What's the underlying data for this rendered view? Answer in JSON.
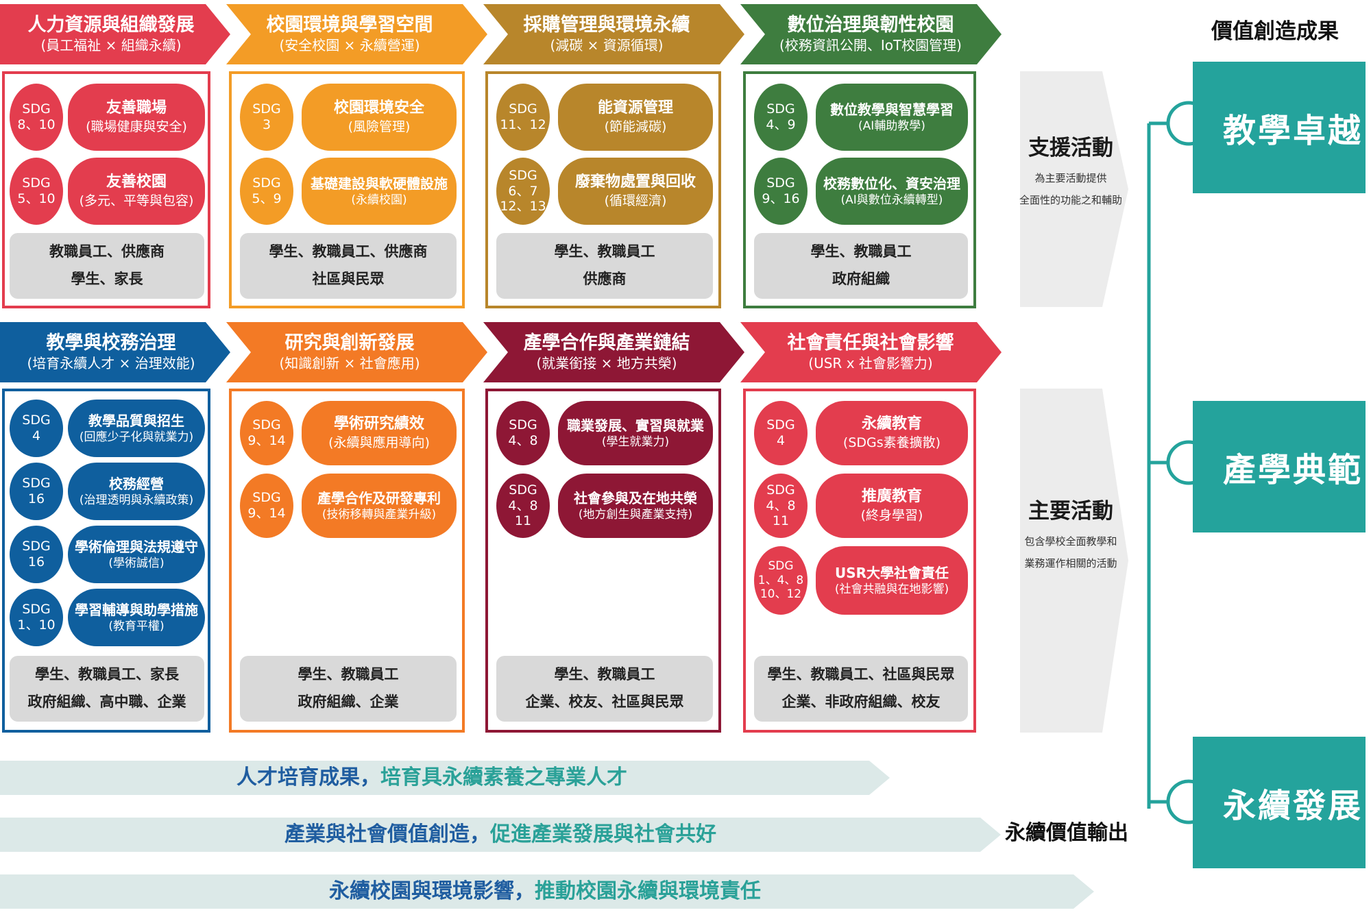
{
  "colors": {
    "red": "#e33d4e",
    "orange": "#f39c26",
    "gold": "#b8862b",
    "green": "#3e7d3f",
    "blue": "#0f5f9e",
    "orange2": "#f37a25",
    "maroon": "#8e1735",
    "red2": "#e33d4e",
    "teal": "#24a39c",
    "gray": "#d9d9d9",
    "arrow_gray": "#ececec",
    "band": "#dce9e8"
  },
  "rows": [
    {
      "name": "support",
      "columns": [
        {
          "key": "hr",
          "title": "人力資源與組織發展",
          "subtitle": "(員工福祉 × 組織永續)",
          "items": [
            {
              "sdg": [
                "SDG",
                "8、10"
              ],
              "title": "友善職場",
              "sub": "(職場健康與安全)"
            },
            {
              "sdg": [
                "SDG",
                "5、10"
              ],
              "title": "友善校園",
              "sub": "(多元、平等與包容)"
            }
          ],
          "stakeholders": [
            "教職員工、供應商",
            "學生、家長"
          ]
        },
        {
          "key": "campus",
          "title": "校園環境與學習空間",
          "subtitle": "(安全校園 × 永續營運)",
          "items": [
            {
              "sdg": [
                "SDG",
                "3"
              ],
              "title": "校園環境安全",
              "sub": "(風險管理)"
            },
            {
              "sdg": [
                "SDG",
                "5、9"
              ],
              "title": "基礎建設與軟硬體設施",
              "sub": "(永續校園)"
            }
          ],
          "stakeholders": [
            "學生、教職員工、供應商",
            "社區與民眾"
          ]
        },
        {
          "key": "procurement",
          "title": "採購管理與環境永續",
          "subtitle": "(減碳 × 資源循環)",
          "items": [
            {
              "sdg": [
                "SDG",
                "11、12"
              ],
              "title": "能資源管理",
              "sub": "(節能減碳)"
            },
            {
              "sdg": [
                "SDG",
                "6、7",
                "12、13"
              ],
              "title": "廢棄物處置與回收",
              "sub": "(循環經濟)"
            }
          ],
          "stakeholders": [
            "學生、教職員工",
            "供應商"
          ]
        },
        {
          "key": "digital",
          "title": "數位治理與韌性校園",
          "subtitle": "(校務資訊公開、IoT校園管理)",
          "items": [
            {
              "sdg": [
                "SDG",
                "4、9"
              ],
              "title": "數位教學與智慧學習",
              "sub": "(AI輔助教學)"
            },
            {
              "sdg": [
                "SDG",
                "9、16"
              ],
              "title": "校務數位化、資安治理",
              "sub": "(AI與數位永續轉型)"
            }
          ],
          "stakeholders": [
            "學生、教職員工",
            "政府組織"
          ]
        }
      ]
    },
    {
      "name": "primary",
      "columns": [
        {
          "key": "teaching",
          "title": "教學與校務治理",
          "subtitle": "(培育永續人才 × 治理效能)",
          "items": [
            {
              "sdg": [
                "SDG",
                "4"
              ],
              "title": "教學品質與招生",
              "sub": "(回應少子化與就業力)"
            },
            {
              "sdg": [
                "SDG",
                "16"
              ],
              "title": "校務經營",
              "sub": "(治理透明與永續政策)"
            },
            {
              "sdg": [
                "SDG",
                "16"
              ],
              "title": "學術倫理與法規遵守",
              "sub": "(學術誠信)"
            },
            {
              "sdg": [
                "SDG",
                "1、10"
              ],
              "title": "學習輔導與助學措施",
              "sub": "(教育平權)"
            }
          ],
          "stakeholders": [
            "學生、教職員工、家長",
            "政府組織、高中職、企業"
          ]
        },
        {
          "key": "research",
          "title": "研究與創新發展",
          "subtitle": "(知識創新 × 社會應用)",
          "items": [
            {
              "sdg": [
                "SDG",
                "9、14"
              ],
              "title": "學術研究績效",
              "sub": "(永續與應用導向)"
            },
            {
              "sdg": [
                "SDG",
                "9、14"
              ],
              "title": "產學合作及研發專利",
              "sub": "(技術移轉與產業升級)"
            }
          ],
          "stakeholders": [
            "學生、教職員工",
            "政府組織、企業"
          ]
        },
        {
          "key": "industry",
          "title": "產學合作與產業鏈結",
          "subtitle": "(就業銜接 × 地方共榮)",
          "items": [
            {
              "sdg": [
                "SDG",
                "4、8"
              ],
              "title": "職業發展、實習與就業",
              "sub": "(學生就業力)"
            },
            {
              "sdg": [
                "SDG",
                "4、8",
                "11"
              ],
              "title": "社會參與及在地共榮",
              "sub": "(地方創生與產業支持)"
            }
          ],
          "stakeholders": [
            "學生、教職員工",
            "企業、校友、社區與民眾"
          ]
        },
        {
          "key": "social",
          "title": "社會責任與社會影響",
          "subtitle": "(USR x 社會影響力)",
          "items": [
            {
              "sdg": [
                "SDG",
                "4"
              ],
              "title": "永續教育",
              "sub": "(SDGs素養擴散)"
            },
            {
              "sdg": [
                "SDG",
                "4、8",
                "11"
              ],
              "title": "推廣教育",
              "sub": "(終身學習)"
            },
            {
              "sdg": [
                "SDG",
                "1、4、8",
                "10、12"
              ],
              "title": "USR大學社會責任",
              "sub": "(社會共融與在地影響)"
            }
          ],
          "stakeholders": [
            "學生、教職員工、社區與民眾",
            "企業、非政府組織、校友"
          ]
        }
      ]
    }
  ],
  "side": {
    "support_title": "支援活動",
    "support_desc": [
      "為主要活動提供",
      "全面性的功能之和輔助"
    ],
    "primary_title": "主要活動",
    "primary_desc": [
      "包含學校全面教學和",
      "業務運作相關的活動"
    ]
  },
  "outputs": {
    "label": "永續價值輸出",
    "bands": [
      {
        "a": "人才培育成果，",
        "b": "培育具永續素養之專業人才"
      },
      {
        "a": "產業與社會價值創造，",
        "b": "促進產業發展與社會共好"
      },
      {
        "a": "永續校園與環境影響，",
        "b": "推動校園永續與環境責任"
      }
    ]
  },
  "value": {
    "title": "價值創造成果",
    "items": [
      "教學卓越",
      "產學典範",
      "永續發展"
    ]
  }
}
